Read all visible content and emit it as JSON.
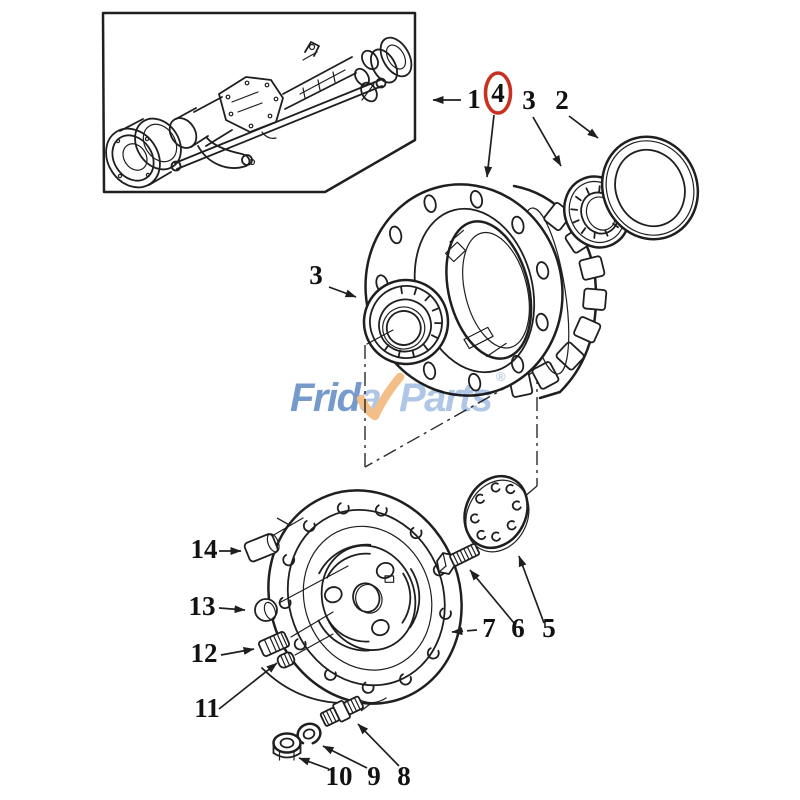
{
  "page": {
    "background": "#ffffff"
  },
  "diagram": {
    "type": "exploded-parts-diagram",
    "highlighted_part": "4",
    "highlight_color": "#c8311f",
    "line_color": "#1f1f1f"
  },
  "watermark": {
    "frid": "Frid",
    "a": "a",
    "parts": "Parts",
    "registered": "®",
    "color_dark": "#6d92c9",
    "color_light": "#a9c2e4",
    "check_color": "#f2b97e"
  },
  "callouts": {
    "c1": "1",
    "c2": "2",
    "c3_top": "3",
    "c3_left": "3",
    "c4": "4",
    "c5": "5",
    "c6": "6",
    "c7": "7",
    "c8": "8",
    "c9": "9",
    "c10": "10",
    "c11": "11",
    "c12": "12",
    "c13": "13",
    "c14": "14"
  }
}
